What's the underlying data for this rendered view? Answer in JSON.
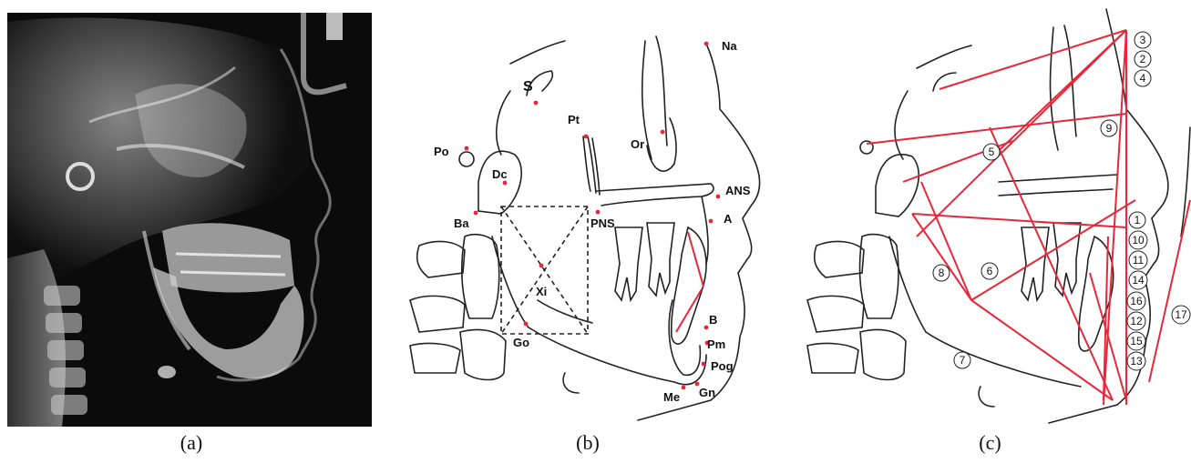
{
  "figure": {
    "panels": [
      {
        "id": "a",
        "caption": "(a)"
      },
      {
        "id": "b",
        "caption": "(b)"
      },
      {
        "id": "c",
        "caption": "(c)"
      }
    ]
  },
  "landmarks": {
    "S": "S",
    "Pt": "Pt",
    "Po": "Po",
    "Dc": "Dc",
    "Ba": "Ba",
    "Or": "Or",
    "Na": "Na",
    "ANS": "ANS",
    "A": "A",
    "PNS": "PNS",
    "Xi": "Xi",
    "Go": "Go",
    "B": "B",
    "Pm": "Pm",
    "Pog": "Pog",
    "Gn": "Gn",
    "Me": "Me"
  },
  "measurements": [
    "1",
    "2",
    "3",
    "4",
    "5",
    "6",
    "7",
    "8",
    "9",
    "10",
    "11",
    "12",
    "13",
    "14",
    "15",
    "16",
    "17"
  ],
  "colors": {
    "landmark": "#e8283a",
    "analysis_line": "#e8283a",
    "outline": "#222222",
    "xray_bg": "#0b0b0b"
  }
}
